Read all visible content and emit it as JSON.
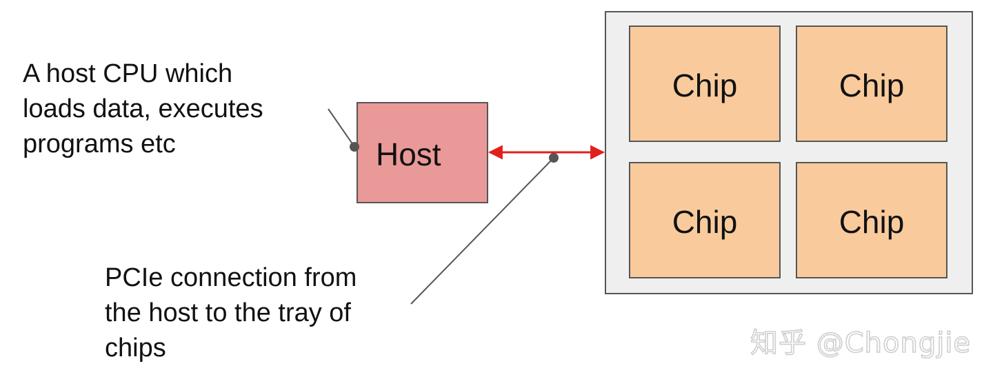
{
  "host": {
    "label": "Host",
    "fill": "#ea9999",
    "annotation": [
      "A host CPU which",
      "loads data, executes",
      "programs etc"
    ]
  },
  "tray": {
    "fill": "#efefef",
    "chips": [
      {
        "label": "Chip"
      },
      {
        "label": "Chip"
      },
      {
        "label": "Chip"
      },
      {
        "label": "Chip"
      }
    ],
    "chip_fill": "#f9cb9c"
  },
  "connection": {
    "color": "#e0201b",
    "annotation": [
      "PCIe connection from",
      "the host to the tray of",
      "chips"
    ]
  },
  "watermark": "知乎 @Chongjie"
}
